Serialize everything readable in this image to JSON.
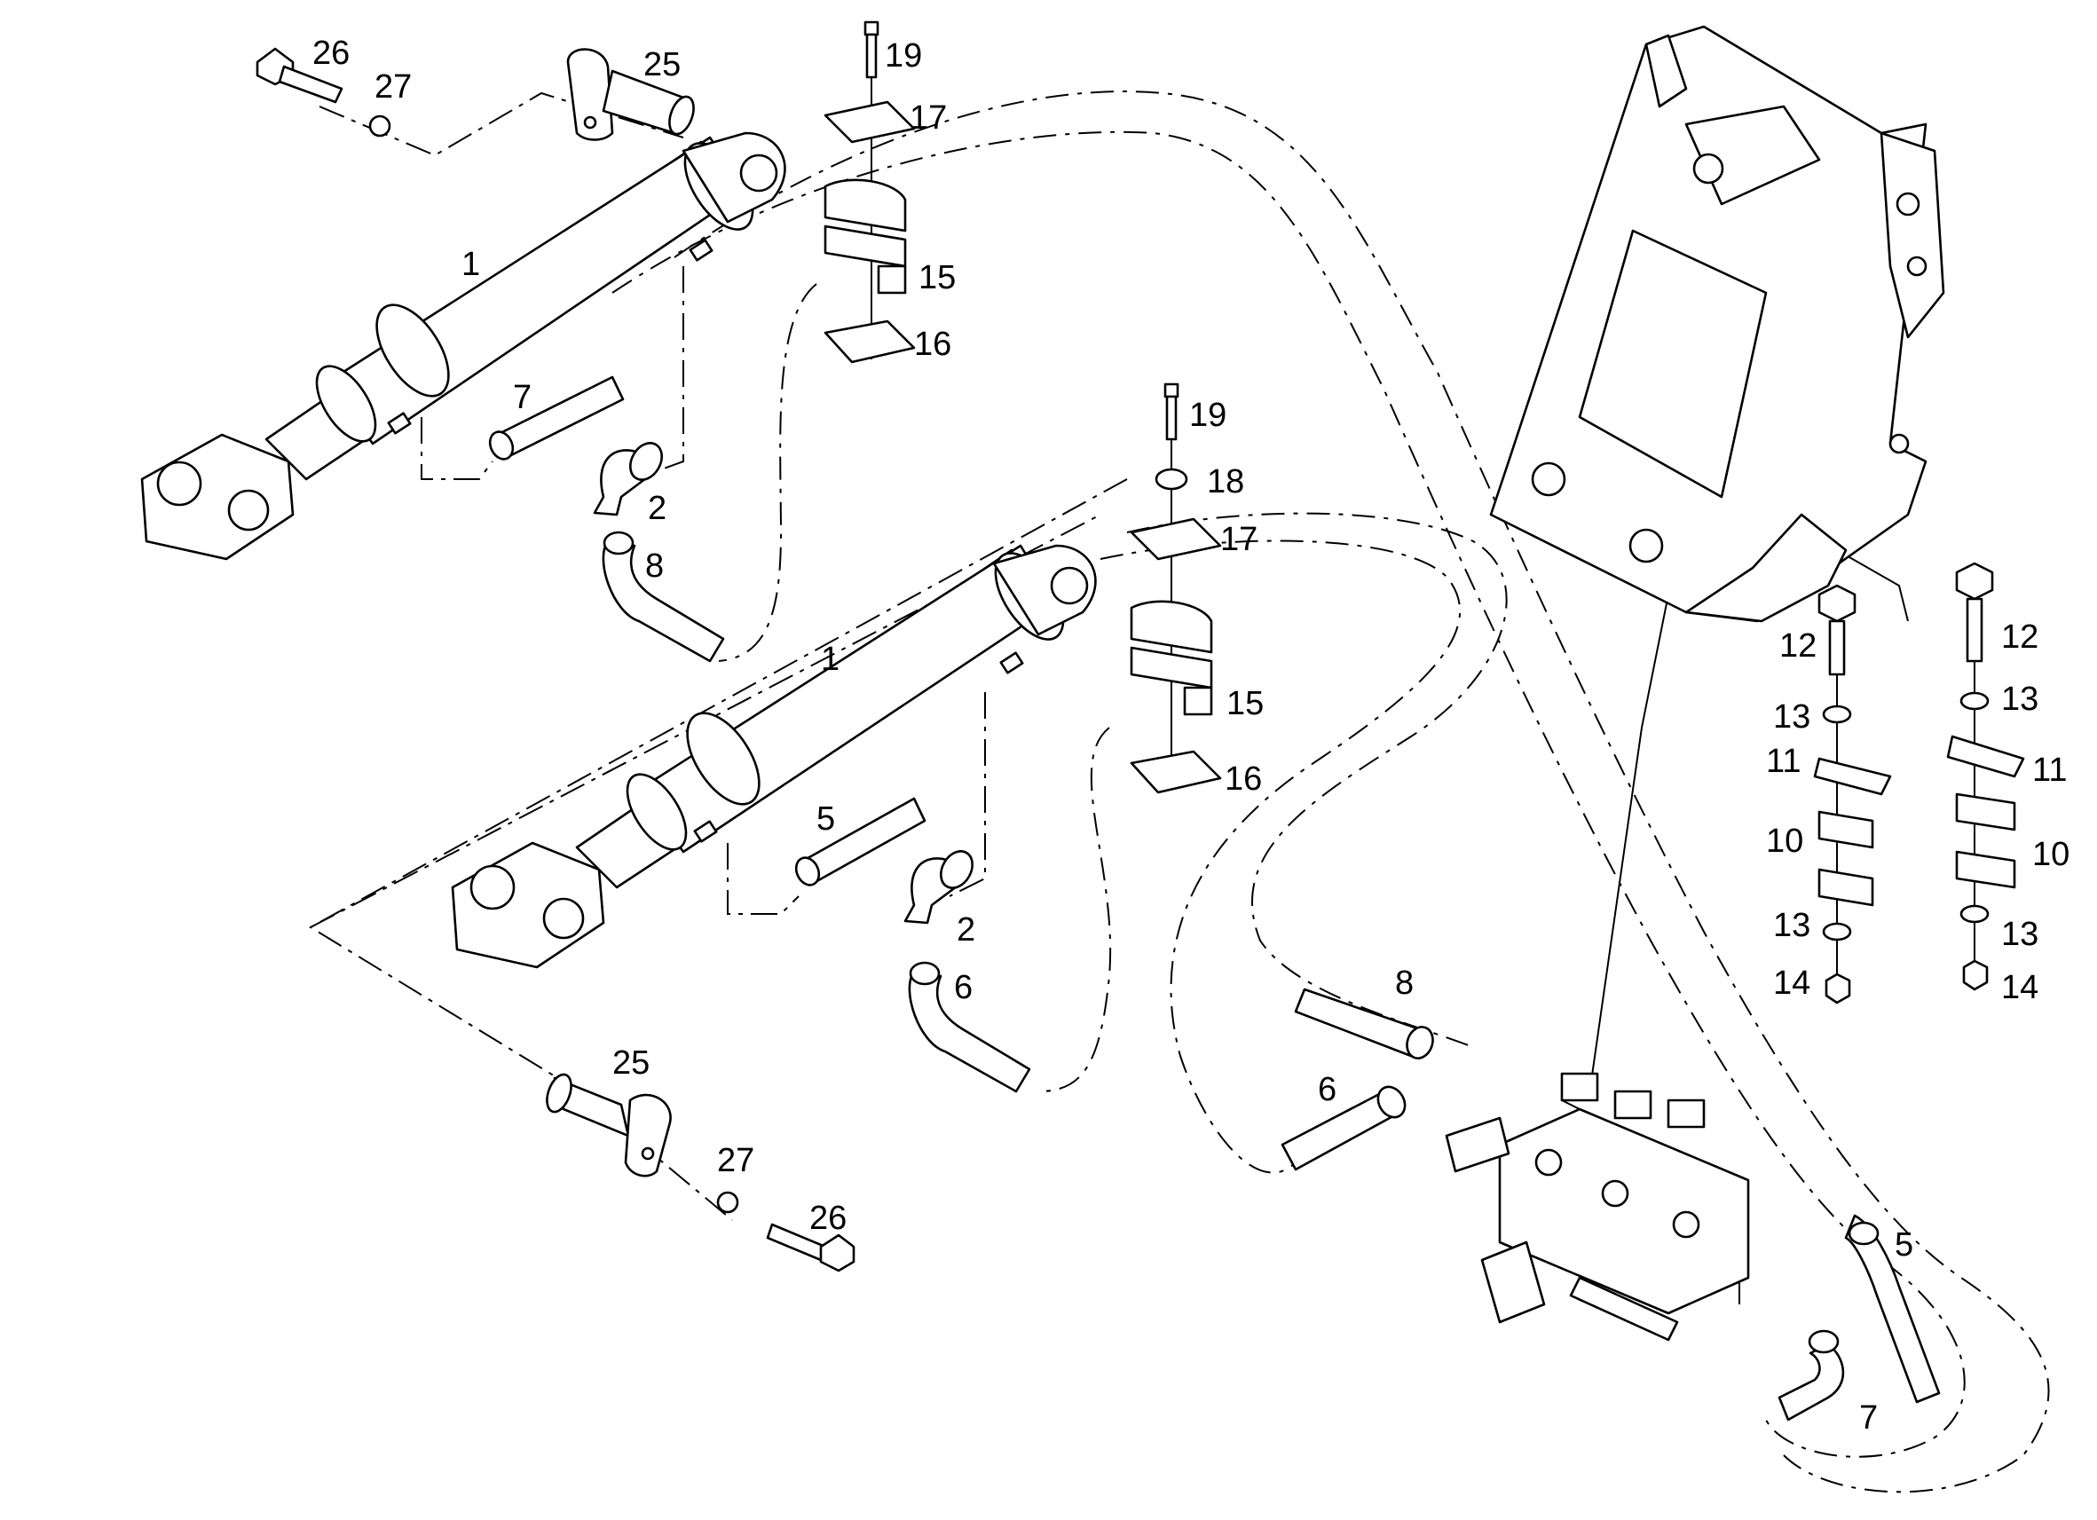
{
  "diagram": {
    "callouts": {
      "c1a": "1",
      "c1b": "1",
      "c2a": "2",
      "c2b": "2",
      "c5a": "5",
      "c5b": "5",
      "c6a": "6",
      "c6b": "6",
      "c7a": "7",
      "c7b": "7",
      "c8a": "8",
      "c8b": "8",
      "c10a": "10",
      "c10b": "10",
      "c11a": "11",
      "c11b": "11",
      "c12a": "12",
      "c12b": "12",
      "c13a": "13",
      "c13b": "13",
      "c13c": "13",
      "c13d": "13",
      "c14a": "14",
      "c14b": "14",
      "c15a": "15",
      "c15b": "15",
      "c16a": "16",
      "c16b": "16",
      "c17a": "17",
      "c17b": "17",
      "c18": "18",
      "c19a": "19",
      "c19b": "19",
      "c25a": "25",
      "c25b": "25",
      "c26a": "26",
      "c26b": "26",
      "c27a": "27",
      "c27b": "27"
    },
    "colors": {
      "line": "#000000",
      "background": "#ffffff"
    }
  }
}
